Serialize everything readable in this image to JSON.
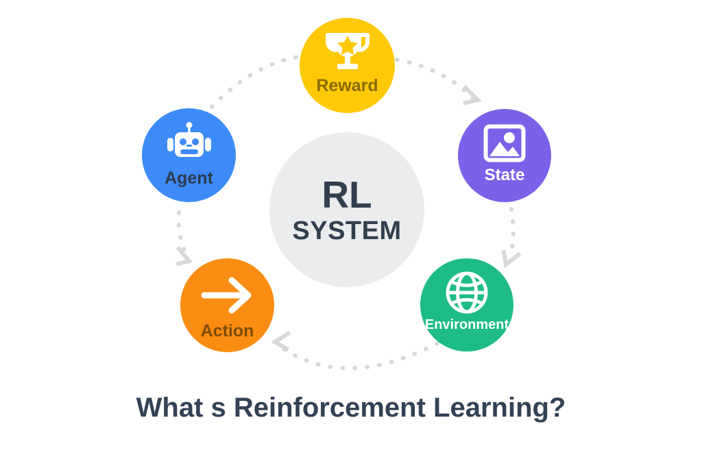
{
  "diagram": {
    "title": "What s Reinforcement Learning?",
    "background_color": "#ffffff",
    "center": {
      "line1": "RL",
      "line2": "SYSTEM",
      "fill_color": "#ebecee",
      "text_color": "#323f4f"
    },
    "nodes": [
      {
        "id": "agent",
        "label": "Agent",
        "icon": "robot-icon",
        "fill_color": "#3d8bf8",
        "label_color": "#2e3b4e",
        "position": "left"
      },
      {
        "id": "reward",
        "label": "Reward",
        "icon": "trophy-icon",
        "fill_color": "#ffc907",
        "label_color": "#8a6a05",
        "position": "top"
      },
      {
        "id": "state",
        "label": "State",
        "icon": "image-icon",
        "fill_color": "#7b61e8",
        "label_color": "#ffffff",
        "position": "right"
      },
      {
        "id": "environment",
        "label": "Environment",
        "icon": "globe-icon",
        "fill_color": "#1dbc85",
        "label_color": "#ffffff",
        "position": "bottom-right"
      },
      {
        "id": "action",
        "label": "Action",
        "icon": "arrow-right-icon",
        "fill_color": "#fb8c12",
        "label_color": "#7d4d06",
        "position": "bottom-left"
      }
    ],
    "connectors": {
      "style": "dotted",
      "color": "#d6d8da",
      "direction": "clockwise",
      "links": [
        {
          "from": "agent",
          "to": "reward",
          "arrowhead": false
        },
        {
          "from": "reward",
          "to": "state",
          "arrowhead": true
        },
        {
          "from": "state",
          "to": "environment",
          "arrowhead": true
        },
        {
          "from": "environment",
          "to": "action",
          "arrowhead": true
        },
        {
          "from": "action",
          "to": "agent",
          "arrowhead": true
        }
      ]
    }
  }
}
